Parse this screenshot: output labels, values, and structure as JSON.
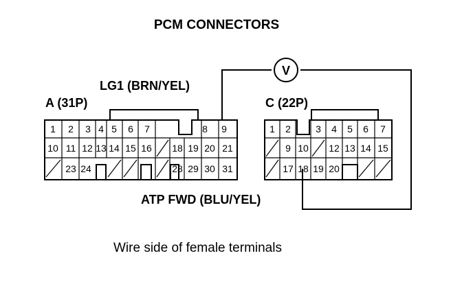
{
  "title": "PCM CONNECTORS",
  "connector_a": {
    "label": "A (31P)",
    "row1": [
      "1",
      "2",
      "3",
      "4",
      "5",
      "6",
      "7",
      "",
      "8",
      "9"
    ],
    "row2": [
      "10",
      "11",
      "12",
      "13",
      "14",
      "15",
      "16",
      "",
      "18",
      "19",
      "20",
      "21"
    ],
    "row3": [
      "",
      "23",
      "24",
      "",
      "",
      "",
      "",
      "",
      "28",
      "29",
      "30",
      "31"
    ]
  },
  "connector_c": {
    "label": "C (22P)",
    "row1": [
      "1",
      "2",
      "",
      "3",
      "4",
      "5",
      "6",
      "7"
    ],
    "row2": [
      "",
      "9",
      "10",
      "",
      "12",
      "13",
      "14",
      "15"
    ],
    "row3": [
      "",
      "17",
      "18",
      "19",
      "20",
      "",
      "",
      ""
    ]
  },
  "wire_lg1": "LG1 (BRN/YEL)",
  "wire_atp": "ATP FWD (BLU/YEL)",
  "meter": "V",
  "caption": "Wire side of female terminals"
}
